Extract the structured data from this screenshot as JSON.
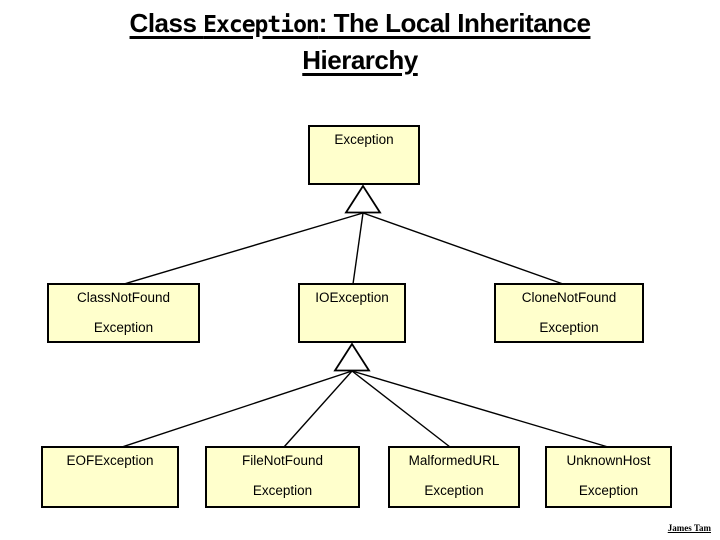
{
  "title": {
    "line1_pre": "Class ",
    "line1_code": "Exception",
    "line1_post": ": The Local Inheritance",
    "line2": "Hierarchy"
  },
  "diagram": {
    "box_fill": "#FFFFCC",
    "box_border": "#000000",
    "nodes": {
      "root": {
        "line1": "Exception",
        "line2": ""
      },
      "level2": [
        {
          "line1": "ClassNotFound",
          "line2": "Exception"
        },
        {
          "line1": "IOException",
          "line2": ""
        },
        {
          "line1": "CloneNotFound",
          "line2": "Exception"
        }
      ],
      "level3": [
        {
          "line1": "EOFException",
          "line2": ""
        },
        {
          "line1": "FileNotFound",
          "line2": "Exception"
        },
        {
          "line1": "MalformedURL",
          "line2": "Exception"
        },
        {
          "line1": "UnknownHost",
          "line2": "Exception"
        }
      ]
    },
    "edges": [
      {
        "from": "Exception",
        "to": "ClassNotFoundException"
      },
      {
        "from": "Exception",
        "to": "IOException"
      },
      {
        "from": "Exception",
        "to": "CloneNotFoundException"
      },
      {
        "from": "IOException",
        "to": "EOFException"
      },
      {
        "from": "IOException",
        "to": "FileNotFoundException"
      },
      {
        "from": "IOException",
        "to": "MalformedURLException"
      },
      {
        "from": "IOException",
        "to": "UnknownHostException"
      }
    ]
  },
  "footer": {
    "author": "James Tam"
  }
}
